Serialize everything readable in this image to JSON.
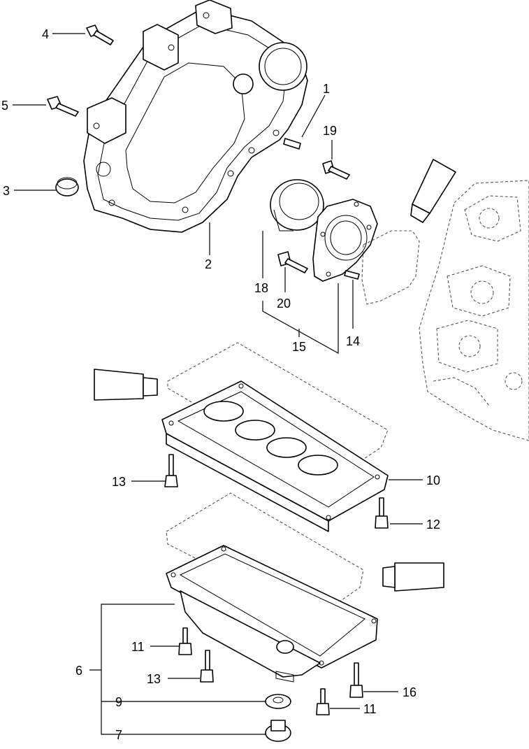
{
  "colors": {
    "line": "#000000",
    "background": "#ffffff",
    "ghost": "#555555"
  },
  "callouts": [
    {
      "id": "c1",
      "label": "1"
    },
    {
      "id": "c2",
      "label": "2"
    },
    {
      "id": "c3",
      "label": "3"
    },
    {
      "id": "c4",
      "label": "4"
    },
    {
      "id": "c5",
      "label": "5"
    },
    {
      "id": "c6",
      "label": "6"
    },
    {
      "id": "c7",
      "label": "7"
    },
    {
      "id": "c9",
      "label": "9"
    },
    {
      "id": "c10",
      "label": "10"
    },
    {
      "id": "c11a",
      "label": "11"
    },
    {
      "id": "c11b",
      "label": "11"
    },
    {
      "id": "c12",
      "label": "12"
    },
    {
      "id": "c13a",
      "label": "13"
    },
    {
      "id": "c13b",
      "label": "13"
    },
    {
      "id": "c14",
      "label": "14"
    },
    {
      "id": "c15",
      "label": "15"
    },
    {
      "id": "c16",
      "label": "16"
    },
    {
      "id": "c18",
      "label": "18"
    },
    {
      "id": "c19",
      "label": "19"
    },
    {
      "id": "c20",
      "label": "20"
    }
  ]
}
